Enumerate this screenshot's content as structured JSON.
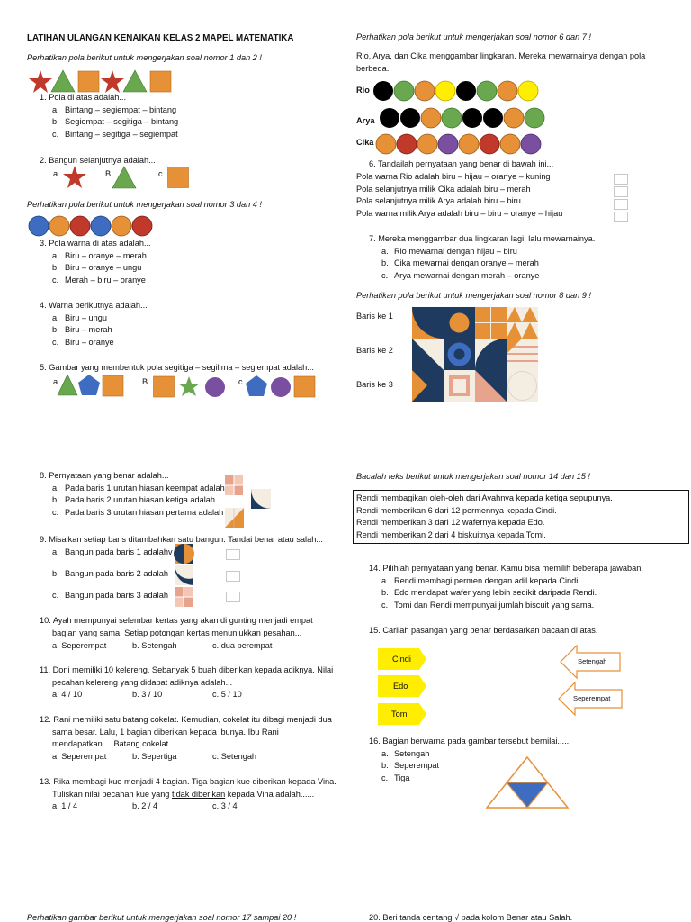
{
  "title": "LATIHAN ULANGAN KENAIKAN KELAS 2 MAPEL MATEMATIKA",
  "left": {
    "instr1": "Perhatikan pola berikut untuk mengerjakan soal nomor 1 dan 2 !",
    "q1": {
      "text": "1.   Pola di atas adalah...",
      "opts": [
        [
          "a.",
          "Bintang – segiempat – bintang"
        ],
        [
          "b.",
          "Segiempat – segitiga – bintang"
        ],
        [
          "c.",
          "Bintang – segitiga – segiempat"
        ]
      ]
    },
    "q2": {
      "text": "2.   Bangun selanjutnya adalah...",
      "a": "a.",
      "b": "B.",
      "c": "c."
    },
    "instr2": "Perhatikan pola berikut untuk mengerjakan soal nomor 3 dan 4 !",
    "q3": {
      "text": "3.   Pola warna di atas adalah...",
      "opts": [
        [
          "a.",
          "Biru – oranye – merah"
        ],
        [
          "b.",
          "Biru – oranye – ungu"
        ],
        [
          "c.",
          "Merah – biru – oranye"
        ]
      ]
    },
    "q4": {
      "text": "4.   Warna berikutnya adalah...",
      "opts": [
        [
          "a.",
          "Biru – ungu"
        ],
        [
          "b.",
          "Biru – merah"
        ],
        [
          "c.",
          "Biru – oranye"
        ]
      ]
    },
    "q5": {
      "text": "5.   Gambar yang membentuk pola segitiga – segilima – segiempat adalah...",
      "a": "a.",
      "b": "B.",
      "c": "c."
    },
    "q8": {
      "text": "8.   Pernyataan yang benar adalah...",
      "opts": [
        [
          "a.",
          "Pada baris 1 urutan hiasan keempat adalah"
        ],
        [
          "b.",
          "Pada baris 2 urutan hiasan ketiga adalah"
        ],
        [
          "c.",
          "Pada baris 3 urutan hiasan pertama adalah"
        ]
      ]
    },
    "q9": {
      "text": "9.   Misalkan setiap baris ditambahkan satu bangun. Tandai benar atau salah...",
      "opts": [
        [
          "a.",
          "Bangun pada baris 1 adalahv"
        ],
        [
          "b.",
          "Bangun pada baris 2 adalah"
        ],
        [
          "c.",
          "Bangun pada baris 3 adalah"
        ]
      ]
    },
    "q10": {
      "line1": "10.  Ayah mempunyai selembar kertas yang akan di gunting menjadi empat",
      "line2": "bagian yang sama. Setiap potongan kertas menunjukkan pesahan...",
      "a": "a.   Seperempat",
      "b": "b. Setengah",
      "c": "c. dua perempat"
    },
    "q11": {
      "line1": "11. Doni memiliki 10 kelereng. Sebanyak 5 buah diberikan kepada adiknya. Nilai",
      "line2": "pecahan kelereng yang didapat adiknya adalah...",
      "a": "a.   4 / 10",
      "b": "b. 3 / 10",
      "c": "c. 5 / 10"
    },
    "q12": {
      "line1": "12. Rani memiliki satu batang cokelat. Kemudian, cokelat itu dibagi menjadi dua",
      "line2": "sama besar. Lalu, 1 bagian diberikan kepada ibunya. Ibu Rani",
      "line3": "mendapatkan....  Batang cokelat.",
      "a": "a.   Seperempat",
      "b": "b. Sepertiga",
      "c": "c. Setengah"
    },
    "q13": {
      "line1": "13. Rika membagi kue menjadi 4 bagian. Tiga bagian kue diberikan kepada Vina.",
      "line2a": "Tuliskan nilai pecahan kue yang ",
      "line2u": "tidak diberikan",
      "line2b": " kepada Vina adalah......",
      "a": "a.    1 / 4",
      "b": "b. 2 / 4",
      "c": "c. 3 / 4"
    },
    "instr3": "Perhatikan gambar berikut untuk mengerjakan soal nomor 17 sampai 20 !"
  },
  "right": {
    "instr1": "Perhatikan pola berikut untuk mengerjakan soal nomor 6 dan 7 !",
    "intro1": "Rio, Arya, dan Cika menggambar lingkaran. Mereka mewarnainya dengan pola",
    "intro2": "berbeda.",
    "rio": "Rio",
    "arya": "Arya",
    "cika": "Cika",
    "q6": {
      "text": "6.   Tandailah pernyataan yang benar di bawah ini...",
      "stmts": [
        "Pola warna Rio adalah biru – hijau – oranye – kuning",
        "Pola selanjutnya milik Cika adalah biru – merah",
        "Pola selanjutnya milik Arya adalah biru – biru",
        "Pola warna milik Arya adalah biru – biru – oranye – hijau"
      ]
    },
    "q7": {
      "text": "7.   Mereka menggambar dua lingkaran lagi, lalu mewarnainya.",
      "opts": [
        [
          "a.",
          "Rio mewarnai dengan hijau – biru"
        ],
        [
          "b.",
          "Cika mewarnai dengan oranye – merah"
        ],
        [
          "c.",
          "Arya mewarnai dengan merah – oranye"
        ]
      ]
    },
    "instr2": "Perhatikan pola berikut untuk mengerjakan soal nomor 8 dan 9 !",
    "baris1": "Baris ke 1",
    "baris2": "Baris ke 2",
    "baris3": "Baris ke 3",
    "instr3": "Bacalah teks berikut untuk mengerjakan soal nomor 14 dan 15 !",
    "box": [
      "Rendi membagikan oleh-oleh dari Ayahnya kepada ketiga sepupunya.",
      "Rendi memberikan 6 dari 12 permennya kepada Cindi.",
      "Rendi memberikan 3 dari 12 wafernya kepada Edo.",
      "Rendi memberikan 2 dari 4 biskuitnya kepada Tomi."
    ],
    "q14": {
      "text": "14. Pilihlah pernyataan yang benar. Kamu bisa memilih beberapa jawaban.",
      "opts": [
        [
          "a.",
          "Rendi membagi permen dengan adil kepada Cindi."
        ],
        [
          "b.",
          "Edo mendapat wafer yang lebih sedikit daripada Rendi."
        ],
        [
          "c.",
          "Tomi dan Rendi mempunyai jumlah biscuit yang sama."
        ]
      ]
    },
    "q15": {
      "text": "15.  Carilah pasangan yang benar berdasarkan bacaan di atas.",
      "names": [
        "Cindi",
        "Edo",
        "Tomi"
      ],
      "frac1": "Setengah",
      "frac2": "Seperempat"
    },
    "q16": {
      "text": "16.  Bagian berwarna pada gambar tersebut bernilai......",
      "opts": [
        [
          "a.",
          "Setengah"
        ],
        [
          "b.",
          "Seperempat"
        ],
        [
          "c.",
          "Tiga"
        ]
      ]
    },
    "q20": "20. Beri tanda centang √ pada kolom Benar atau Salah."
  },
  "colors": {
    "red": "#c0392b",
    "green": "#6aa84f",
    "orange": "#e69138",
    "blue": "#3d6cc0",
    "purple": "#7b4fa0",
    "black": "#000000",
    "yellow": "#ffee00",
    "navy": "#1e3a5f"
  }
}
